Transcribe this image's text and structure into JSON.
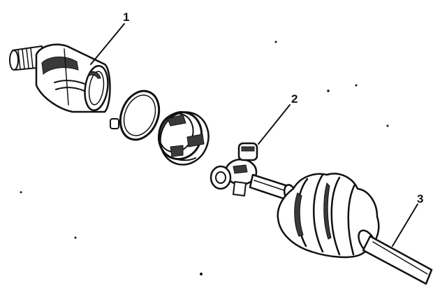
{
  "callouts": [
    {
      "number": "1",
      "part": "outer-joint-housing"
    },
    {
      "number": "2",
      "part": "tripot-spider"
    },
    {
      "number": "3",
      "part": "axle-shaft"
    }
  ],
  "colors": {
    "ink": "#111111",
    "paper": "#ffffff"
  }
}
